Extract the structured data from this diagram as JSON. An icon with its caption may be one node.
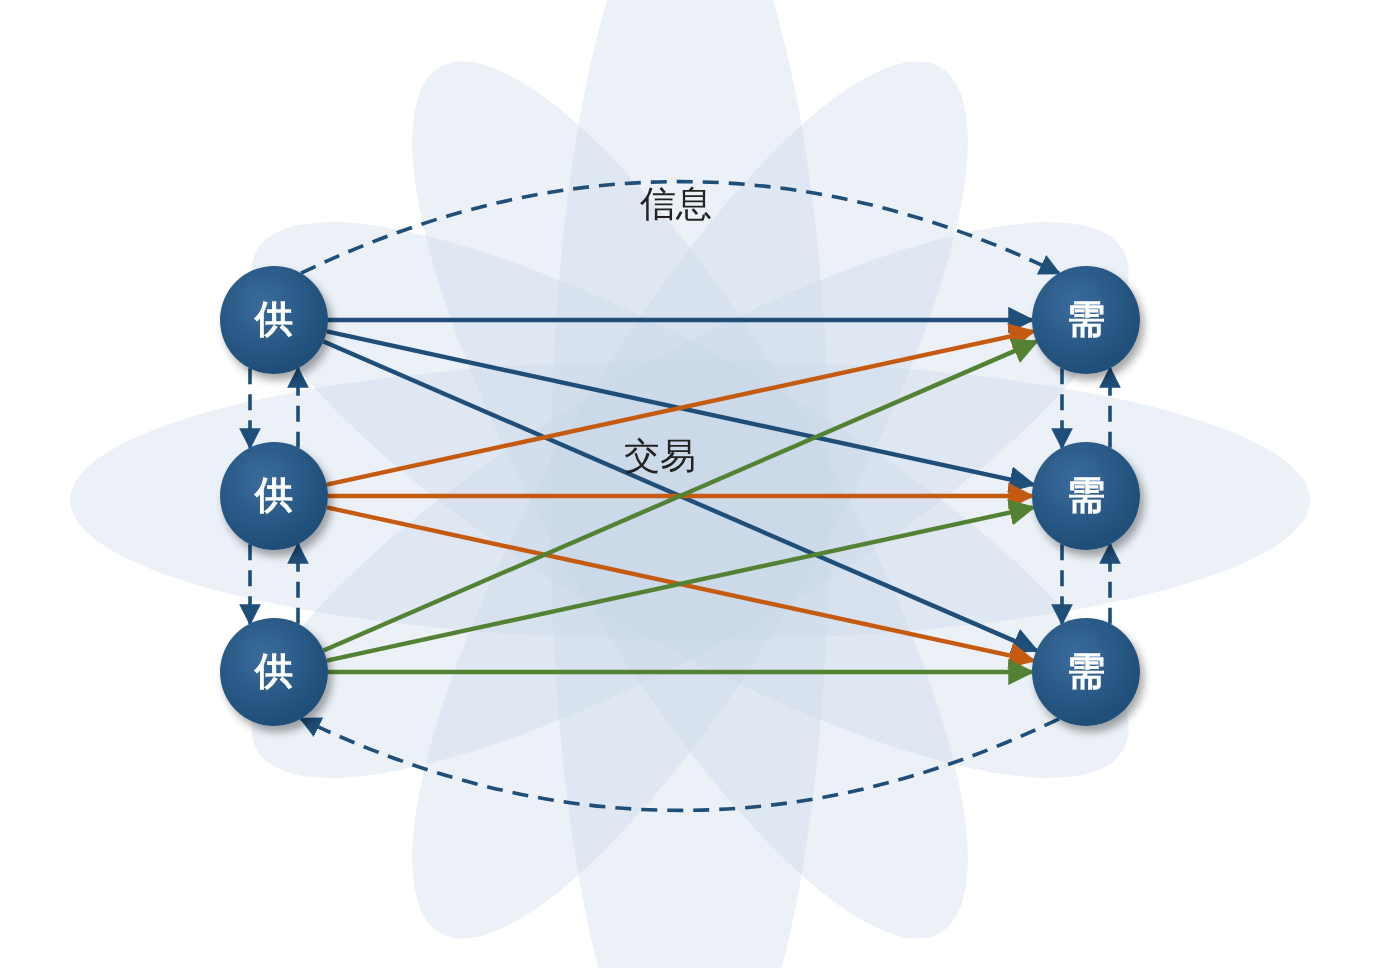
{
  "diagram": {
    "nodes": [
      {
        "text": [
          "供"
        ]
      },
      {
        "text": [
          "供"
        ]
      },
      {
        "text": [
          "供"
        ]
      },
      {
        "text": [
          "需"
        ]
      },
      {
        "text": [
          "需"
        ]
      },
      {
        "text": [
          "需"
        ]
      }
    ],
    "edges": [
      {
        "from": 0,
        "to": 3,
        "arrow": "to"
      },
      {
        "from": 0,
        "to": 4,
        "arrow": "to"
      },
      {
        "from": 0,
        "to": 5,
        "arrow": "to"
      },
      {
        "from": 1,
        "to": 3,
        "arrow": "to",
        "color": "#c55a11"
      },
      {
        "from": 1,
        "to": 4,
        "arrow": "to",
        "color": "#c55a11"
      },
      {
        "from": 1,
        "to": 5,
        "arrow": "to",
        "color": "#c55a11"
      },
      {
        "from": 2,
        "to": 3,
        "arrow": "to",
        "color": "#548235"
      },
      {
        "from": 2,
        "to": 4,
        "arrow": "to",
        "color": "#548235"
      },
      {
        "from": 2,
        "to": 5,
        "arrow": "to",
        "color": "#548235"
      },
      {
        "from": 0,
        "to": 1,
        "arrow": "to",
        "style": "dashed"
      },
      {
        "from": 1,
        "to": 0,
        "arrow": "to",
        "style": "dashed"
      },
      {
        "from": 1,
        "to": 2,
        "arrow": "to",
        "style": "dashed"
      },
      {
        "from": 2,
        "to": 1,
        "arrow": "to",
        "style": "dashed"
      },
      {
        "from": 3,
        "to": 4,
        "arrow": "to",
        "style": "dashed"
      },
      {
        "from": 4,
        "to": 3,
        "arrow": "to",
        "style": "dashed"
      },
      {
        "from": 4,
        "to": 5,
        "arrow": "to",
        "style": "dashed"
      },
      {
        "from": 5,
        "to": 4,
        "arrow": "to",
        "style": "dashed"
      },
      {
        "from": 0,
        "to": 3,
        "arrow": "to",
        "style": "dashed",
        "label": "信息"
      },
      {
        "from": 5,
        "to": 2,
        "arrow": "to",
        "style": "dashed"
      }
    ],
    "labels": [
      "交易"
    ]
  }
}
